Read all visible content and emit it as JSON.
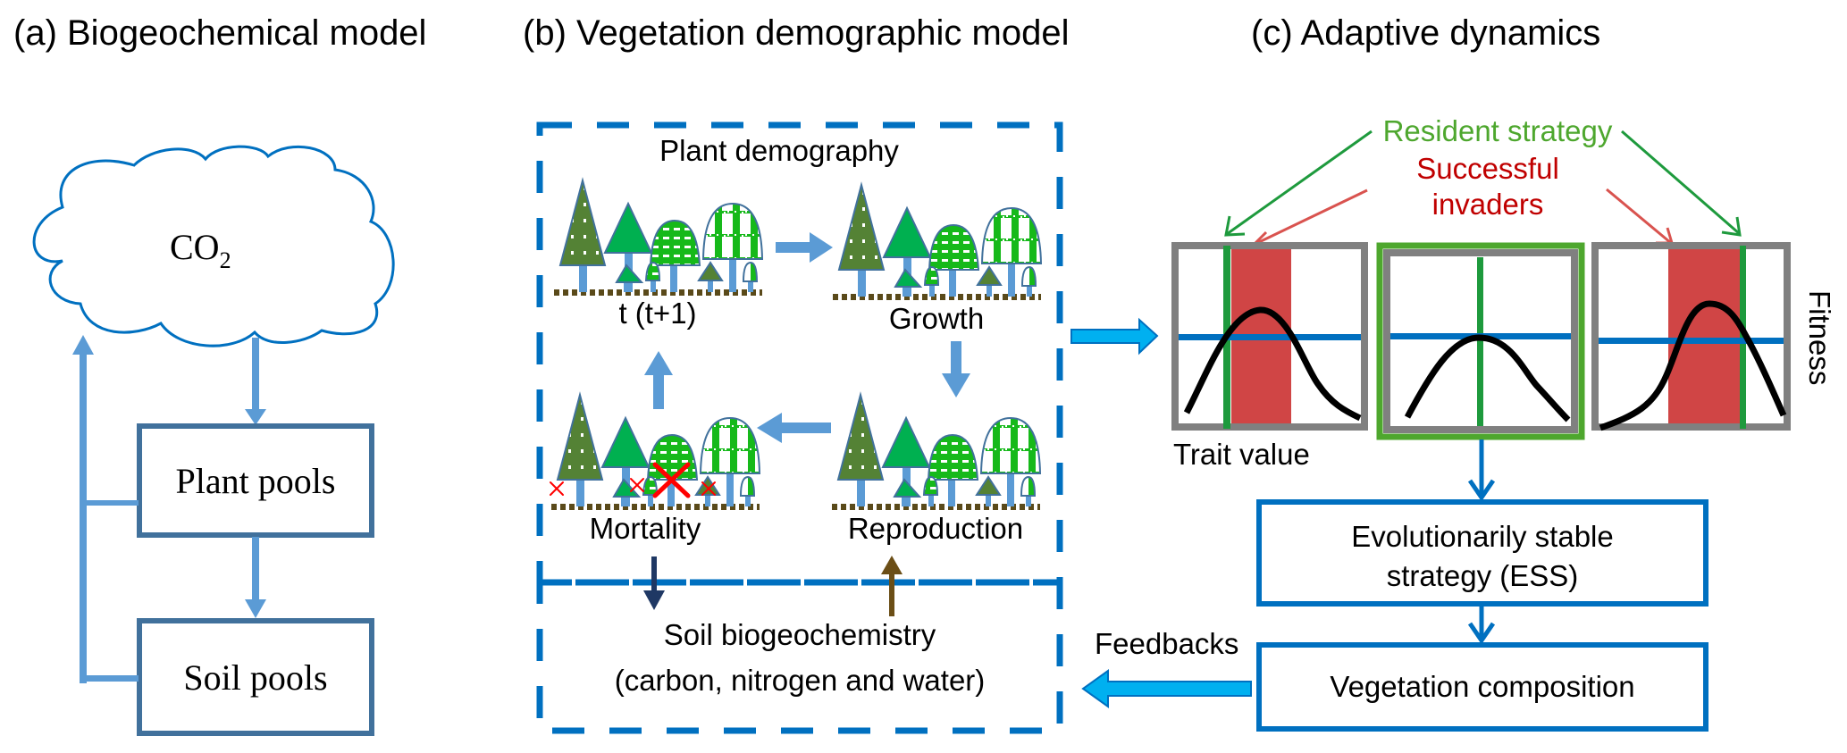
{
  "panels": {
    "a": {
      "title": "(a) Biogeochemical model",
      "cloud_label": "CO",
      "cloud_subscript": "2",
      "plant_pools": "Plant pools",
      "soil_pools": "Soil pools"
    },
    "b": {
      "title": "(b) Vegetation demographic model",
      "plant_demography": "Plant demography",
      "scenes": {
        "t": "t (t+1)",
        "growth": "Growth",
        "mortality": "Mortality",
        "reproduction": "Reproduction"
      },
      "soil_title": "Soil biogeochemistry",
      "soil_subtitle": "(carbon, nitrogen and water)"
    },
    "c": {
      "title": "(c) Adaptive dynamics",
      "resident_strategy": "Resident strategy",
      "successful": "Successful",
      "invaders": "invaders",
      "trait_value": "Trait value",
      "fitness": "Fitness",
      "ess_line1": "Evolutionarily stable",
      "ess_line2": "strategy (ESS)",
      "vegetation_composition": "Vegetation composition",
      "feedbacks": "Feedbacks"
    }
  },
  "colors": {
    "arrow_light": "#5b9bd5",
    "box_dark": "#41719c",
    "dash_blue": "#0070c0",
    "cloud": "#0070c0",
    "resident_green": "#4ea72e",
    "resident_arrow": "#1e9a3d",
    "invader_red": "#c00000",
    "invader_arrow": "#d9534f",
    "band_red": "#d04545",
    "plot_gray": "#808080",
    "fitness_blue": "#0070c0",
    "feedback_arrow": "#00b0f0",
    "mortality_arrow": "#1f3864",
    "reproduction_arrow": "#6b4e16"
  }
}
